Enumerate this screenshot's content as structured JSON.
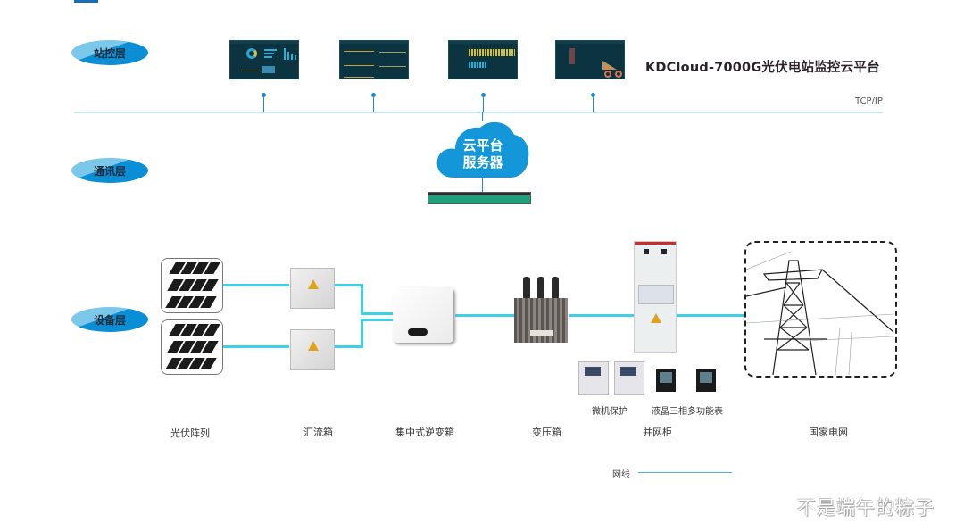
{
  "layers": {
    "station": "站控层",
    "communication": "通讯层",
    "device": "设备层"
  },
  "platform": {
    "title": "KDCloud-7000G光伏电站监控云平台",
    "protocol": "TCP/IP",
    "screens": [
      {
        "name": "dashboard-overview"
      },
      {
        "name": "dashboard-trend"
      },
      {
        "name": "dashboard-bars"
      },
      {
        "name": "dashboard-map"
      }
    ]
  },
  "cloud": {
    "line1": "云平台",
    "line2": "服务器"
  },
  "devices": {
    "pv_array": "光伏阵列",
    "combiner_box": "汇流箱",
    "inverter": "集中式逆变箱",
    "transformer": "变压箱",
    "grid_cabinet": "并网柜",
    "state_grid": "国家电网",
    "microprotection": "微机保护",
    "lcd_meter": "液晶三相多功能表"
  },
  "legend": {
    "network_line": "网线"
  },
  "colors": {
    "accent_blue": "#0a8fd6",
    "light_blue": "#7cc8ea",
    "power_line": "#3fd0e6",
    "bus_line": "#c5e6f4"
  },
  "watermark": "不是端午的粽子"
}
